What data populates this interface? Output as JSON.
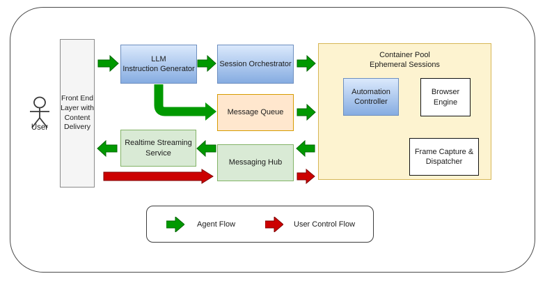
{
  "actor": {
    "label": "User"
  },
  "nodes": {
    "front_end": {
      "label": "Front End\nLayer with\nContent\nDelivery"
    },
    "llm": {
      "label": "LLM\nInstruction Generator"
    },
    "session_orchestrator": {
      "label": "Session Orchestrator"
    },
    "message_queue": {
      "label": "Message Queue"
    },
    "realtime_streaming": {
      "label": "Realtime Streaming\nService"
    },
    "messaging_hub": {
      "label": "Messaging Hub"
    },
    "container_pool": {
      "title": "Container Pool\nEphemeral Sessions"
    },
    "automation_controller": {
      "label": "Automation\nController"
    },
    "browser_engine": {
      "label": "Browser\nEngine"
    },
    "frame_capture": {
      "label": "Frame Capture &\nDispatcher"
    }
  },
  "legend": {
    "agent_flow_label": "Agent Flow",
    "user_control_flow_label": "User Control Flow"
  },
  "colors": {
    "agent_flow": "#009900",
    "user_flow": "#cc0000",
    "internal_flow": "#1a1acd"
  }
}
